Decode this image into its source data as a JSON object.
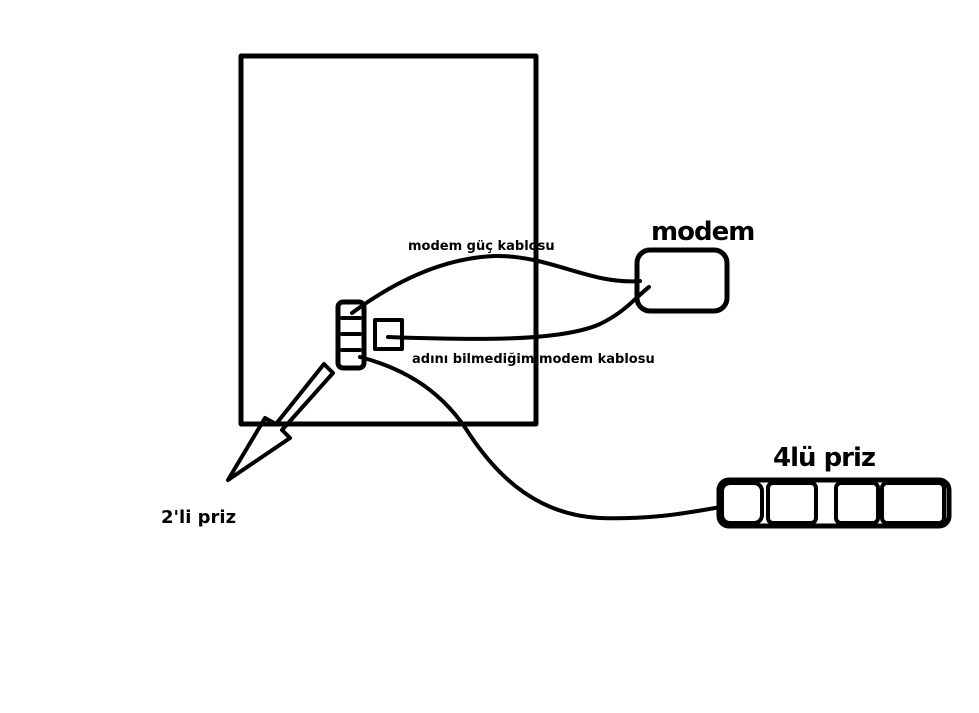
{
  "labels": {
    "modem_title": "modem",
    "power_cable": "modem güç kablosu",
    "unknown_cable": "adını bilmediğim modem kablosu",
    "strip_4": "4lü priz",
    "outlet_2": "2'li priz"
  },
  "colors": {
    "ink": "#000000",
    "background": "#ffffff"
  }
}
